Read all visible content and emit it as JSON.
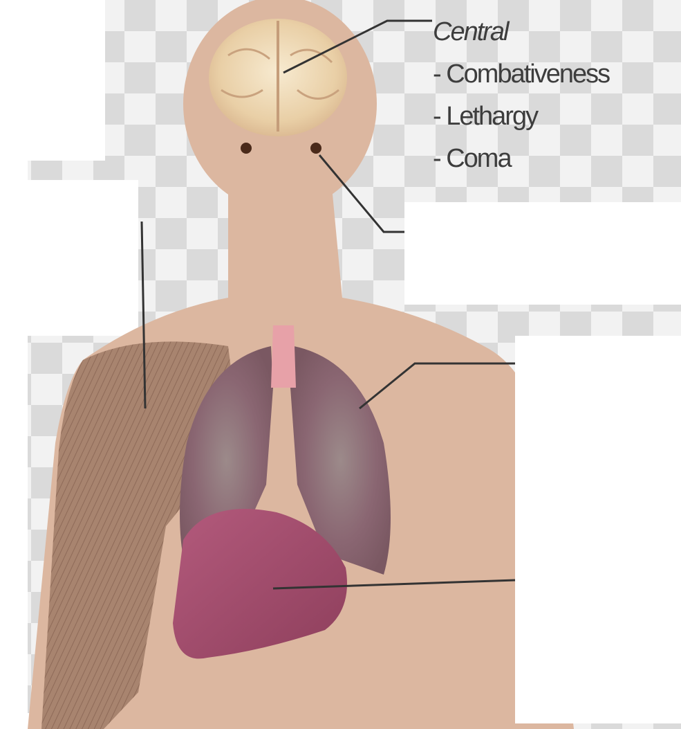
{
  "annotation": {
    "category": "Central",
    "symptoms": [
      "- Combativeness",
      "- Lethargy",
      "- Coma"
    ]
  },
  "colors": {
    "skin": "#dcb7a0",
    "checker_light": "#f3f3f3",
    "checker_dark": "#d9d9d9",
    "brain": "#f0d8b0",
    "lung": "#8a6a72",
    "heart": "#a04a6a",
    "muscle": "#9c7a66",
    "leader_line": "#333333"
  }
}
